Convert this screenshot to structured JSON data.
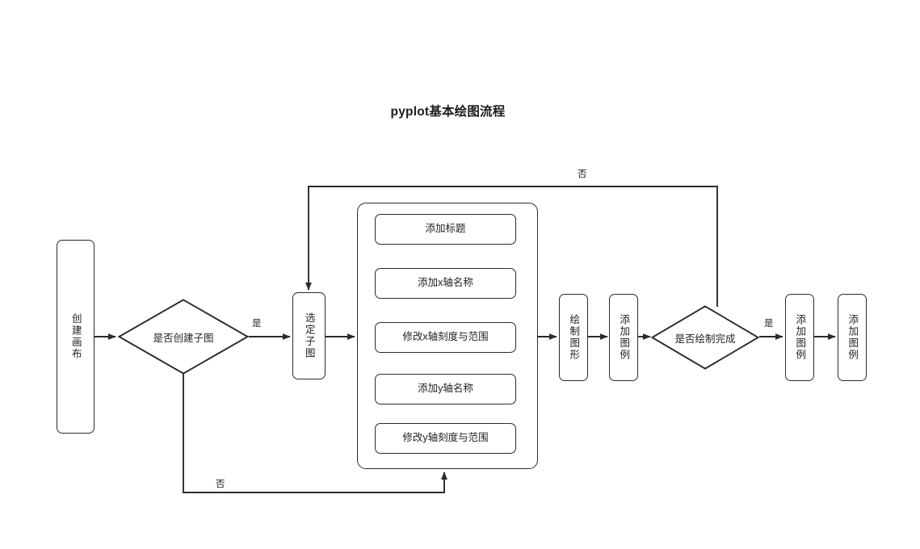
{
  "diagram": {
    "title": "pyplot基本绘图流程",
    "type": "flowchart",
    "background_color": "#ffffff",
    "stroke_color": "#2b2b2b",
    "text_color": "#1f1f1f"
  },
  "nodes": {
    "create_canvas": {
      "label": "创建画布",
      "shape": "rounded-rect",
      "orientation": "vertical"
    },
    "decision_subplot": {
      "label": "是否创建子图",
      "shape": "diamond"
    },
    "select_subplot": {
      "label": "选定子图",
      "shape": "rounded-rect",
      "orientation": "vertical"
    },
    "group_axes": {
      "label": "",
      "shape": "rounded-container"
    },
    "add_title": {
      "label": "添加标题",
      "shape": "rounded-rect"
    },
    "add_xlabel": {
      "label": "添加x轴名称",
      "shape": "rounded-rect"
    },
    "set_xticks": {
      "label": "修改x轴刻度与范围",
      "shape": "rounded-rect"
    },
    "add_ylabel": {
      "label": "添加y轴名称",
      "shape": "rounded-rect"
    },
    "set_yticks": {
      "label": "修改y轴刻度与范围",
      "shape": "rounded-rect"
    },
    "draw_figure": {
      "label": "绘制图形",
      "shape": "rounded-rect",
      "orientation": "vertical"
    },
    "add_legend_1": {
      "label": "添加图例",
      "shape": "rounded-rect",
      "orientation": "vertical"
    },
    "decision_done": {
      "label": "是否绘制完成",
      "shape": "diamond"
    },
    "add_legend_2": {
      "label": "添加图例",
      "shape": "rounded-rect",
      "orientation": "vertical"
    },
    "add_legend_3": {
      "label": "添加图例",
      "shape": "rounded-rect",
      "orientation": "vertical"
    }
  },
  "edge_labels": {
    "yes_subplot": "是",
    "no_subplot": "否",
    "yes_done": "是",
    "no_done": "否"
  }
}
